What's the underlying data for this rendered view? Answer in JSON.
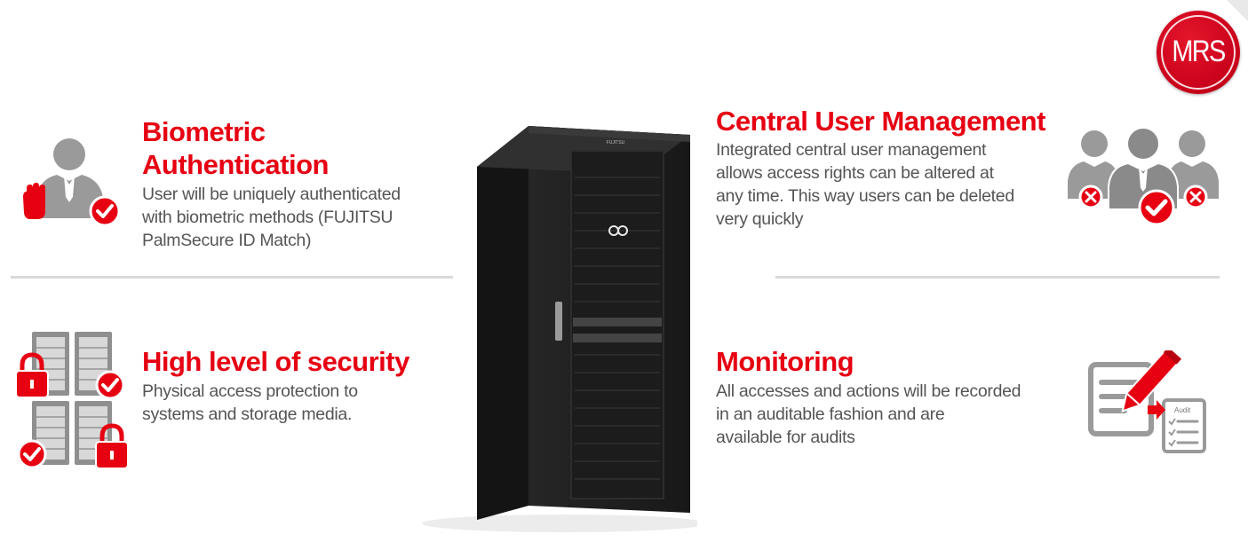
{
  "logo": {
    "text": "MRS"
  },
  "features": {
    "biometric": {
      "title_line1": "Biometric",
      "title_line2": "Authentication",
      "line1": "User will be uniquely authenticated",
      "line2": "with biometric methods (FUJITSU",
      "line3": "PalmSecure ID Match)"
    },
    "security": {
      "title": "High level of security",
      "line1": "Physical access protection to",
      "line2": "systems and storage media."
    },
    "central": {
      "title": "Central User Management",
      "line1": "Integrated central user management",
      "line2": "allows access rights can be altered at",
      "line3": "any time. This way users can be deleted",
      "line4": "very quickly"
    },
    "monitoring": {
      "title": "Monitoring",
      "line1": "All accesses and actions will be recorded",
      "line2": "in an auditable fashion and are",
      "line3": "available for audits"
    }
  },
  "audit_label": "Audit",
  "rack_brand": "FUJITSU",
  "colors": {
    "accent": "#e60012",
    "text": "#555555",
    "icon_gray": "#9a9a9a",
    "divider": "#d9d9d9"
  },
  "icons": [
    "user-hand-check-icon",
    "server-locks-icon",
    "user-group-check-icon",
    "audit-document-pen-icon",
    "server-rack-image"
  ]
}
